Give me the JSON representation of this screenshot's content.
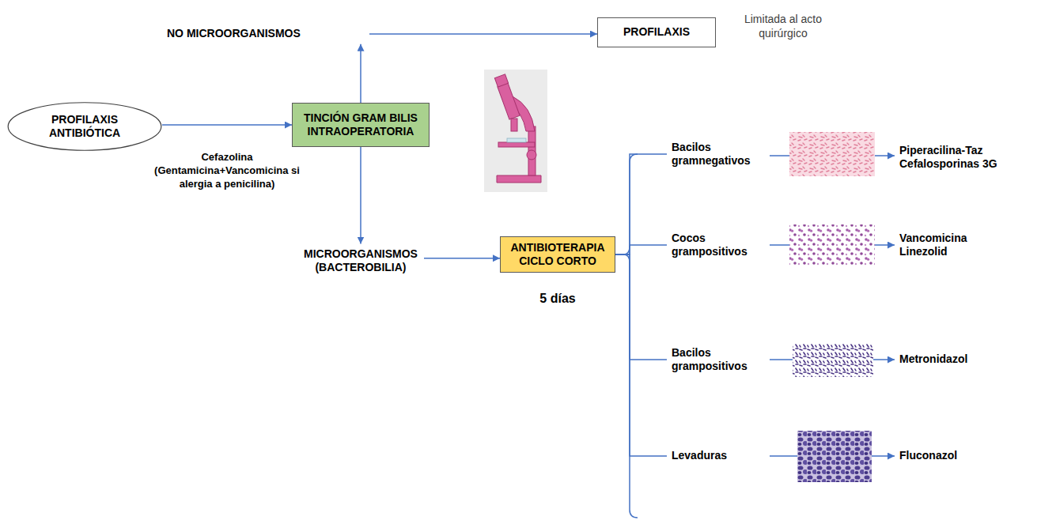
{
  "diagram": {
    "nodes": [
      {
        "text": [
          "PROFILAXIS ANTIBIÓTICA"
        ]
      },
      {
        "text": [
          "NO MICROORGANISMOS"
        ]
      },
      {
        "text": [
          "PROFILAXIS"
        ]
      },
      {
        "text": [
          "TINCIÓN GRAM BILIS INTRAOPERATORIA"
        ]
      },
      {
        "text": [
          "MICROORGANISMOS (BACTEROBILIA)"
        ]
      },
      {
        "text": [
          "ANTIBIOTERAPIA CICLO CORTO"
        ]
      },
      {
        "text": [
          "Bacilos gramnegativos"
        ]
      },
      {
        "text": [
          "Piperacilina-Taz Cefalosporinas 3G"
        ]
      },
      {
        "text": [
          "Cocos grampositivos"
        ]
      },
      {
        "text": [
          "Vancomicina Linezolid"
        ]
      },
      {
        "text": [
          "Bacilos grampositivos"
        ]
      },
      {
        "text": [
          "Metronidazol"
        ]
      },
      {
        "text": [
          "Levaduras"
        ]
      },
      {
        "text": [
          "Fluconazol"
        ]
      }
    ],
    "edges": [
      {
        "from": 0,
        "to": 3,
        "arrow": "to",
        "label": "Cefazolina (Gentamicina+Vancomicina si alergia a penicilina)"
      },
      {
        "from": 3,
        "to": 1,
        "arrow": "to"
      },
      {
        "from": 1,
        "to": 2,
        "arrow": "to"
      },
      {
        "from": 3,
        "to": 4,
        "arrow": "to"
      },
      {
        "from": 4,
        "to": 5,
        "arrow": "to"
      },
      {
        "from": 5,
        "to": 6,
        "arrow": "none"
      },
      {
        "from": 6,
        "to": 7,
        "arrow": "to"
      },
      {
        "from": 5,
        "to": 8,
        "arrow": "none"
      },
      {
        "from": 8,
        "to": 9,
        "arrow": "to"
      },
      {
        "from": 5,
        "to": 10,
        "arrow": "none"
      },
      {
        "from": 10,
        "to": 11,
        "arrow": "to"
      },
      {
        "from": 5,
        "to": 12,
        "arrow": "none"
      },
      {
        "from": 12,
        "to": 13,
        "arrow": "to"
      }
    ],
    "labels": [
      "Limitada al acto quirúrgico",
      "5 días"
    ]
  }
}
